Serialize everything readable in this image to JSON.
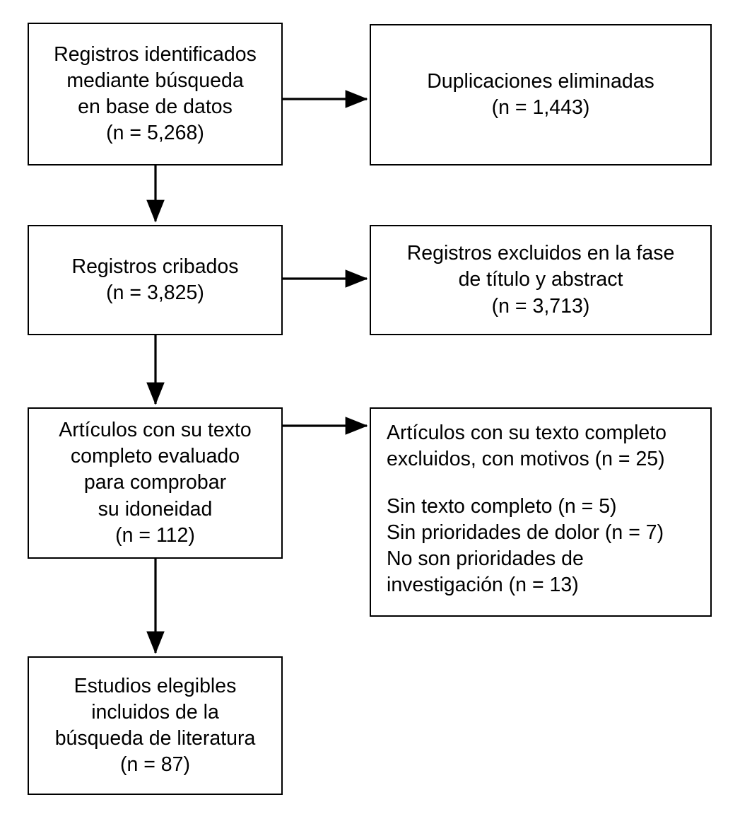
{
  "diagram": {
    "type": "prisma-flow-diagram",
    "language": "es",
    "background_color": "#ffffff",
    "line_color": "#000000",
    "text_color": "#000000",
    "boxes": {
      "identified": {
        "lines": [
          "Registros identificados",
          "mediante búsqueda",
          "en base de datos",
          "(n = 5,268)"
        ],
        "n": "5,268"
      },
      "duplicates_removed": {
        "lines": [
          "Duplicaciones eliminadas",
          "(n = 1,443)"
        ],
        "n": "1,443"
      },
      "screened": {
        "lines": [
          "Registros cribados",
          "(n = 3,825)"
        ],
        "n": "3,825"
      },
      "excluded_title_abstract": {
        "lines": [
          "Registros excluidos en la fase",
          "de título y abstract",
          "(n = 3,713)"
        ],
        "n": "3,713"
      },
      "fulltext_assessed": {
        "lines": [
          "Artículos con su texto",
          "completo evaluado",
          "para comprobar",
          "su idoneidad",
          "(n = 112)"
        ],
        "n": "112"
      },
      "fulltext_excluded": {
        "lines": [
          "Artículos con su texto completo",
          "excluidos, con motivos (n = 25)",
          "",
          "Sin texto completo (n = 5)",
          "Sin prioridades de dolor (n = 7)",
          "No son prioridades de",
          "investigación (n = 13)"
        ],
        "n": "25",
        "reasons": [
          {
            "label": "Sin texto completo",
            "n": "5"
          },
          {
            "label": "Sin prioridades de dolor",
            "n": "7"
          },
          {
            "label": "No son prioridades de investigación",
            "n": "13"
          }
        ]
      },
      "included": {
        "lines": [
          "Estudios elegibles",
          "incluidos de la",
          "búsqueda de literatura",
          "(n = 87)"
        ],
        "n": "87"
      }
    }
  }
}
